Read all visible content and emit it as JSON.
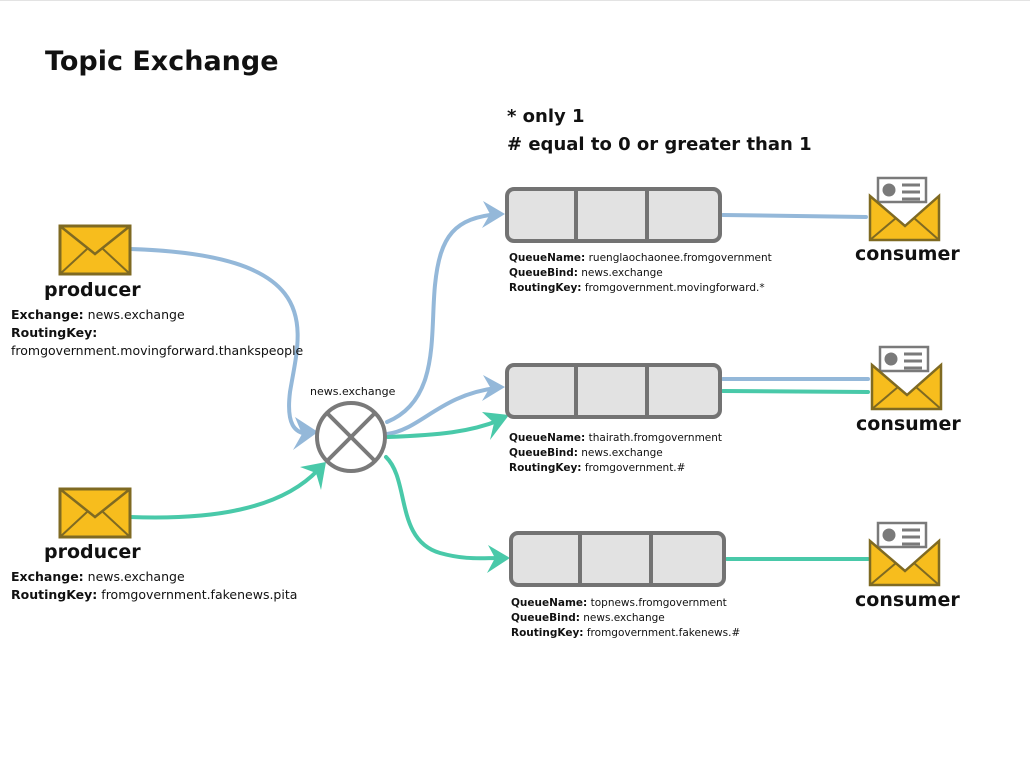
{
  "title": "Topic Exchange",
  "legend": [
    "* only 1",
    "# equal to 0 or greater than 1"
  ],
  "exchange_label": "news.exchange",
  "producers": [
    {
      "label": "producer",
      "exchange_key": "Exchange:",
      "exchange_value": "news.exchange",
      "routing_key": "RoutingKey:",
      "routing_value": "fromgovernment.movingforward.thankspeople"
    },
    {
      "label": "producer",
      "exchange_key": "Exchange:",
      "exchange_value": "news.exchange",
      "routing_key": "RoutingKey:",
      "routing_value": "fromgovernment.fakenews.pita"
    }
  ],
  "queues": [
    {
      "name_key": "QueueName:",
      "name_value": "ruenglaochaonee.fromgovernment",
      "bind_key": "QueueBind:",
      "bind_value": "news.exchange",
      "routing_key": "RoutingKey:",
      "routing_value": "fromgovernment.movingforward.*"
    },
    {
      "name_key": "QueueName:",
      "name_value": "thairath.fromgovernment",
      "bind_key": "QueueBind:",
      "bind_value": "news.exchange",
      "routing_key": "RoutingKey:",
      "routing_value": "fromgovernment.#"
    },
    {
      "name_key": "QueueName:",
      "name_value": "topnews.fromgovernment",
      "bind_key": "QueueBind:",
      "bind_value": "news.exchange",
      "routing_key": "RoutingKey:",
      "routing_value": "fromgovernment.fakenews.#"
    }
  ],
  "consumers": [
    {
      "label": "consumer"
    },
    {
      "label": "consumer"
    },
    {
      "label": "consumer"
    }
  ],
  "colors": {
    "blue_flow": "#94b8d9",
    "green_flow": "#49c9a9",
    "envelope": "#f7bd1d",
    "envelope_border": "#7f6a22",
    "queue_fill": "#e2e2e2",
    "queue_border": "#737373"
  },
  "icons": {
    "producer": "envelope-icon",
    "consumer": "mail-with-letter-icon",
    "exchange": "exchange-cross-circle-icon"
  }
}
